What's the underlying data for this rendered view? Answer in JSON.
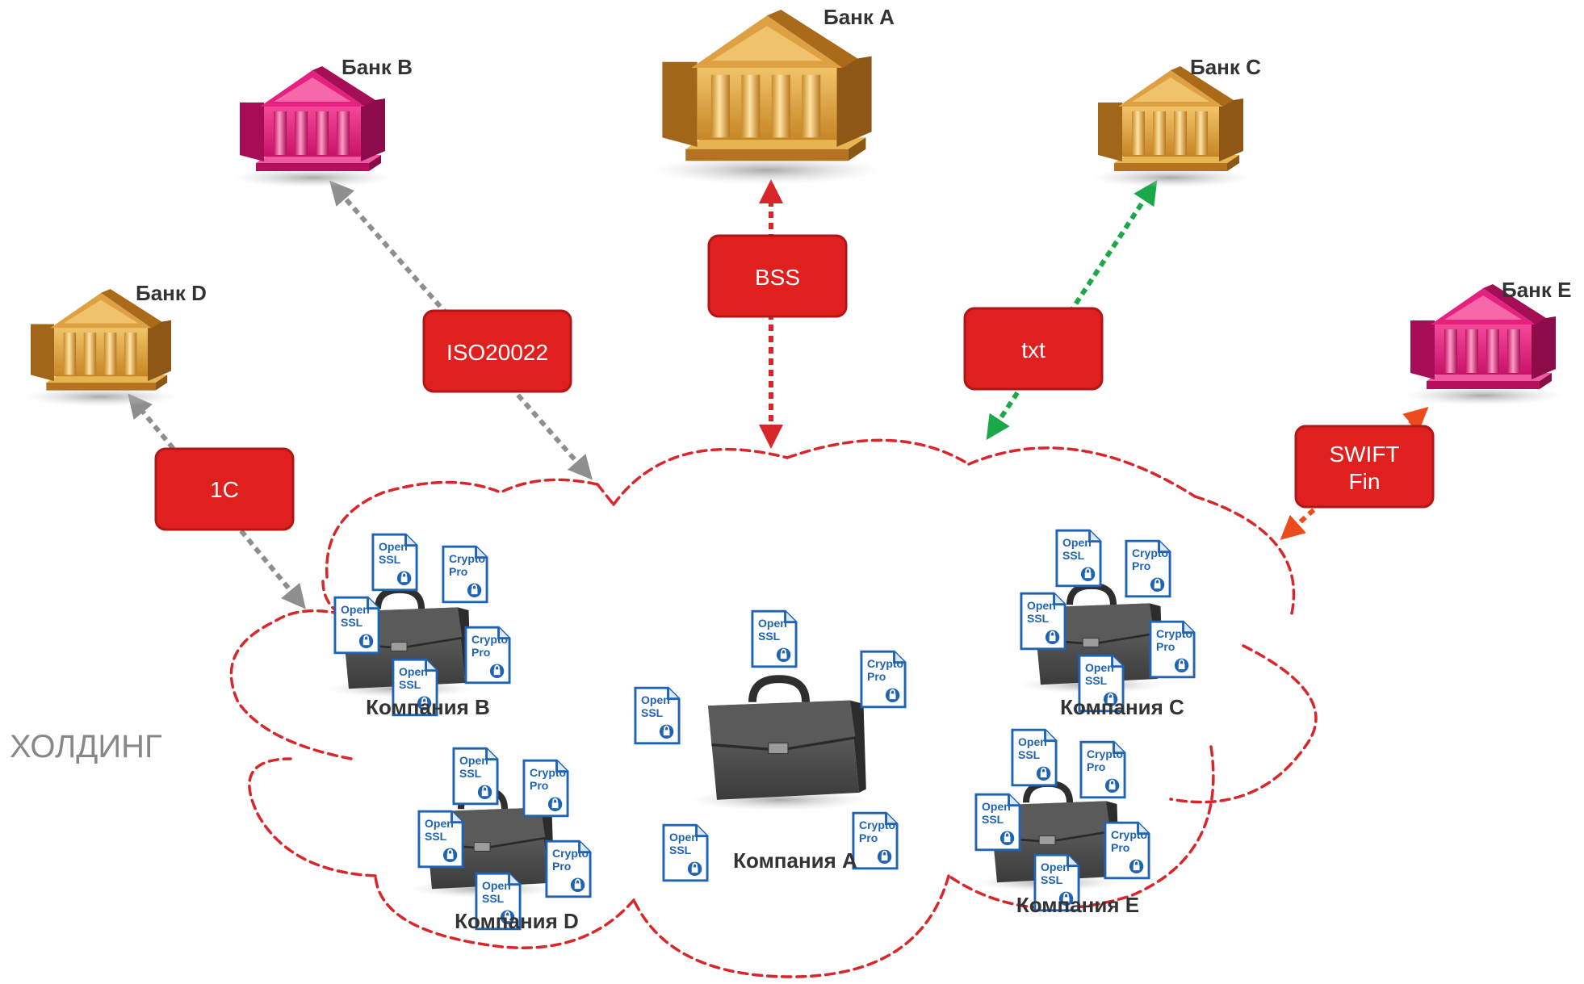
{
  "holding_label": "ХОЛДИНГ",
  "banks": [
    {
      "id": "bank-a",
      "label": "Банк A",
      "color": "gold"
    },
    {
      "id": "bank-b",
      "label": "Банк B",
      "color": "pink"
    },
    {
      "id": "bank-c",
      "label": "Банк C",
      "color": "gold"
    },
    {
      "id": "bank-d",
      "label": "Банк D",
      "color": "gold"
    },
    {
      "id": "bank-e",
      "label": "Банк E",
      "color": "pink"
    }
  ],
  "protocols": [
    {
      "id": "proto-1c",
      "lines": [
        "1C"
      ]
    },
    {
      "id": "proto-iso",
      "lines": [
        "ISO20022"
      ]
    },
    {
      "id": "proto-bss",
      "lines": [
        "BSS"
      ]
    },
    {
      "id": "proto-txt",
      "lines": [
        "txt"
      ]
    },
    {
      "id": "proto-swift",
      "lines": [
        "SWIFT",
        "Fin"
      ]
    }
  ],
  "companies": [
    {
      "id": "company-a",
      "label": "Компания A"
    },
    {
      "id": "company-b",
      "label": "Компания B"
    },
    {
      "id": "company-c",
      "label": "Компания C"
    },
    {
      "id": "company-d",
      "label": "Компания D"
    },
    {
      "id": "company-e",
      "label": "Компания E"
    }
  ],
  "certificates": {
    "openssl": [
      "Open",
      "SSL"
    ],
    "cryptopro": [
      "Crypto",
      "Pro"
    ]
  },
  "colors": {
    "cloud": "#d9262b",
    "protocol_box": "#e0201f",
    "protocol_border": "#b01616",
    "arrow_gray": "#8e8e8e",
    "arrow_red": "#d9262b",
    "arrow_green": "#1aa848",
    "arrow_orange": "#ee4b1c",
    "bank_gold": "#d99a2e",
    "bank_pink": "#e5217f",
    "cert_blue": "#1f63b5"
  },
  "icons": [
    "bank-building-icon",
    "briefcase-icon",
    "certificate-icon",
    "lock-icon"
  ]
}
